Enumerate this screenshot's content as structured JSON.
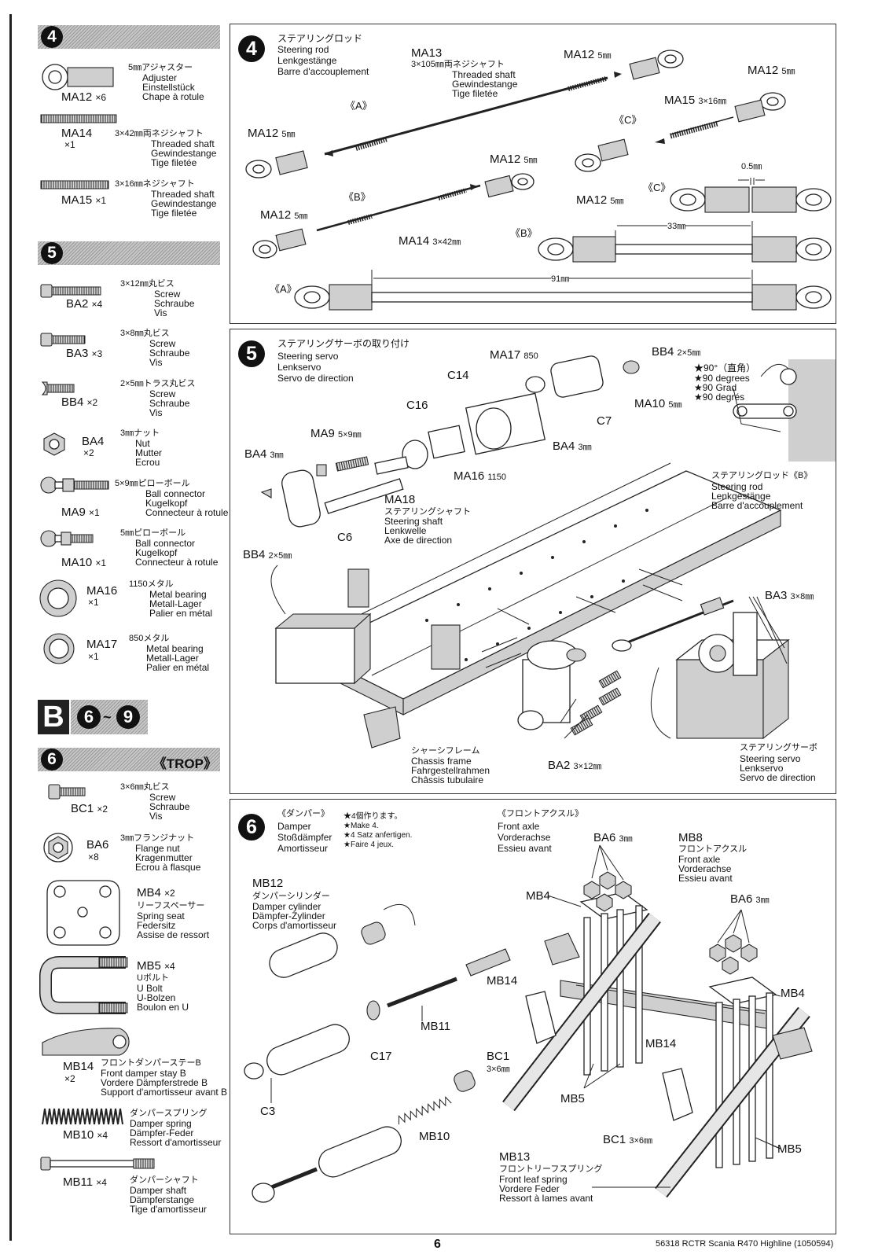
{
  "left": {
    "step4": {
      "num": "4",
      "parts": [
        {
          "code": "MA12",
          "qty": "×6",
          "jp": "5㎜アジャスター",
          "en": "Adjuster",
          "de": "Einstellstück",
          "fr": "Chape à rotule"
        },
        {
          "code": "MA14",
          "qty": "×1",
          "jp": "3×42㎜両ネジシャフト",
          "en": "Threaded shaft",
          "de": "Gewindestange",
          "fr": "Tige filetée"
        },
        {
          "code": "MA15",
          "qty": "×1",
          "jp": "3×16㎜ネジシャフト",
          "en": "Threaded shaft",
          "de": "Gewindestange",
          "fr": "Tige filetée"
        }
      ]
    },
    "step5": {
      "num": "5",
      "parts": [
        {
          "code": "BA2",
          "qty": "×4",
          "jp": "3×12㎜丸ビス",
          "en": "Screw",
          "de": "Schraube",
          "fr": "Vis"
        },
        {
          "code": "BA3",
          "qty": "×3",
          "jp": "3×8㎜丸ビス",
          "en": "Screw",
          "de": "Schraube",
          "fr": "Vis"
        },
        {
          "code": "BB4",
          "qty": "×2",
          "jp": "2×5㎜トラス丸ビス",
          "en": "Screw",
          "de": "Schraube",
          "fr": "Vis"
        },
        {
          "code": "BA4",
          "qty": "×2",
          "jp": "3㎜ナット",
          "en": "Nut",
          "de": "Mutter",
          "fr": "Ecrou"
        },
        {
          "code": "MA9",
          "qty": "×1",
          "jp": "5×9㎜ピローボール",
          "en": "Ball connector",
          "de": "Kugelkopf",
          "fr": "Connecteur à rotule"
        },
        {
          "code": "MA10",
          "qty": "×1",
          "jp": "5㎜ピローボール",
          "en": "Ball connector",
          "de": "Kugelkopf",
          "fr": "Connecteur à rotule"
        },
        {
          "code": "MA16",
          "qty": "×1",
          "jp": "1150メタル",
          "en": "Metal bearing",
          "de": "Metall-Lager",
          "fr": "Palier en métal"
        },
        {
          "code": "MA17",
          "qty": "×1",
          "jp": "850メタル",
          "en": "Metal bearing",
          "de": "Metall-Lager",
          "fr": "Palier en métal"
        }
      ]
    },
    "bag": {
      "letter": "B",
      "from": "6",
      "tilde": "~",
      "to": "9"
    },
    "step6": {
      "num": "6",
      "trop": "《TROP》",
      "parts": [
        {
          "code": "BC1",
          "qty": "×2",
          "jp": "3×6㎜丸ビス",
          "en": "Screw",
          "de": "Schraube",
          "fr": "Vis"
        },
        {
          "code": "BA6",
          "qty": "×8",
          "jp": "3㎜フランジナット",
          "en": "Flange nut",
          "de": "Kragenmutter",
          "fr": "Ecrou à flasque"
        },
        {
          "code": "MB4",
          "qty": "×2",
          "jp": "リーフスペーサー",
          "en": "Spring seat",
          "de": "Federsitz",
          "fr": "Assise de ressort"
        },
        {
          "code": "MB5",
          "qty": "×4",
          "jp": "Uボルト",
          "en": "U Bolt",
          "de": "U-Bolzen",
          "fr": "Boulon en U"
        },
        {
          "code": "MB14",
          "qty": "×2",
          "jp": "フロントダンパーステーB",
          "en": "Front damper stay B",
          "de": "Vordere Dämpferstrede B",
          "fr": "Support d'amortisseur avant B"
        },
        {
          "code": "MB10",
          "qty": "×4",
          "jp": "ダンパースプリング",
          "en": "Damper spring",
          "de": "Dämpfer-Feder",
          "fr": "Ressort d'amortisseur"
        },
        {
          "code": "MB11",
          "qty": "×4",
          "jp": "ダンパーシャフト",
          "en": "Damper shaft",
          "de": "Dämpferstange",
          "fr": "Tige d'amortisseur"
        }
      ]
    }
  },
  "p4": {
    "num": "4",
    "title": {
      "jp": "ステアリングロッド",
      "en": "Steering rod",
      "de": "Lenkgestänge",
      "fr": "Barre d'accouplement"
    },
    "ma13": {
      "code": "MA13",
      "dim": "3×105㎜両ネジシャフト",
      "en": "Threaded shaft",
      "de": "Gewindestange",
      "fr": "Tige filetée"
    },
    "labels": {
      "ma12": "MA12",
      "mm5": "5㎜",
      "A": "《A》",
      "B": "《B》",
      "C": "《C》",
      "ma15": "MA15",
      "ma15dim": "3×16㎜",
      "ma14": "MA14",
      "ma14dim": "3×42㎜",
      "dim05": "0.5㎜",
      "dim33": "33㎜",
      "dim91": "91㎜"
    }
  },
  "p5": {
    "num": "5",
    "title": {
      "jp": "ステアリングサーボの取り付け",
      "en": "Steering servo",
      "de": "Lenkservo",
      "fr": "Servo de direction"
    },
    "labels": {
      "ma17": "MA17",
      "ma17n": "850",
      "bb4": "BB4",
      "bb4dim": "2×5㎜",
      "c14": "C14",
      "c16": "C16",
      "c7": "C7",
      "ma10": "MA10",
      "ma10dim": "5㎜",
      "ba4": "BA4",
      "ba4dim": "3㎜",
      "ma9": "MA9",
      "ma9dim": "5×9㎜",
      "ma16": "MA16",
      "ma16n": "1150",
      "ma18": "MA18",
      "c6": "C6",
      "ba3": "BA3",
      "ba3dim": "3×8㎜",
      "ba2": "BA2",
      "ba2dim": "3×12㎜"
    },
    "degrees": [
      "★90°（直角）",
      "★90 degrees",
      "★90 Grad",
      "★90 degrés"
    ],
    "shaft": {
      "jp": "ステアリングシャフト",
      "en": "Steering shaft",
      "de": "Lenkwelle",
      "fr": "Axe de direction"
    },
    "rodB": {
      "jp": "ステアリングロッド《B》",
      "en": "Steering rod",
      "de": "Lenkgestänge",
      "fr": "Barre d'accouplement"
    },
    "frame": {
      "jp": "シャーシフレーム",
      "en": "Chassis frame",
      "de": "Fahrgestellrahmen",
      "fr": "Châssis tubulaire"
    },
    "servo": {
      "jp": "ステアリングサーボ",
      "en": "Steering servo",
      "de": "Lenkservo",
      "fr": "Servo de direction"
    }
  },
  "p6": {
    "num": "6",
    "damper": {
      "jp": "《ダンパー》",
      "en": "Damper",
      "de": "Stoßdämpfer",
      "fr": "Amortisseur"
    },
    "make": [
      "★4個作ります。",
      "★Make 4.",
      "★4 Satz anfertigen.",
      "★Faire 4 jeux."
    ],
    "axleTitle": {
      "jp": "《フロントアクスル》",
      "en": "Front axle",
      "de": "Vorderachse",
      "fr": "Essieu avant"
    },
    "mb12": {
      "code": "MB12",
      "jp": "ダンパーシリンダー",
      "en": "Damper cylinder",
      "de": "Dämpfer-Zylinder",
      "fr": "Corps d'amortisseur"
    },
    "mb8": {
      "code": "MB8",
      "jp": "フロントアクスル",
      "en": "Front axle",
      "de": "Vorderachse",
      "fr": "Essieu avant"
    },
    "mb13": {
      "code": "MB13",
      "jp": "フロントリーフスプリング",
      "en": "Front leaf spring",
      "de": "Vordere Feder",
      "fr": "Ressort à lames avant"
    },
    "labels": {
      "ba6": "BA6",
      "ba6dim": "3㎜",
      "mb4": "MB4",
      "mb14": "MB14",
      "mb11": "MB11",
      "bc1": "BC1",
      "bc1dim": "3×6㎜",
      "c17": "C17",
      "c3": "C3",
      "mb10": "MB10",
      "mb5": "MB5"
    }
  },
  "footer": {
    "page": "6",
    "ref": "56318 RCTR Scania R470 Highline (1050594)"
  }
}
